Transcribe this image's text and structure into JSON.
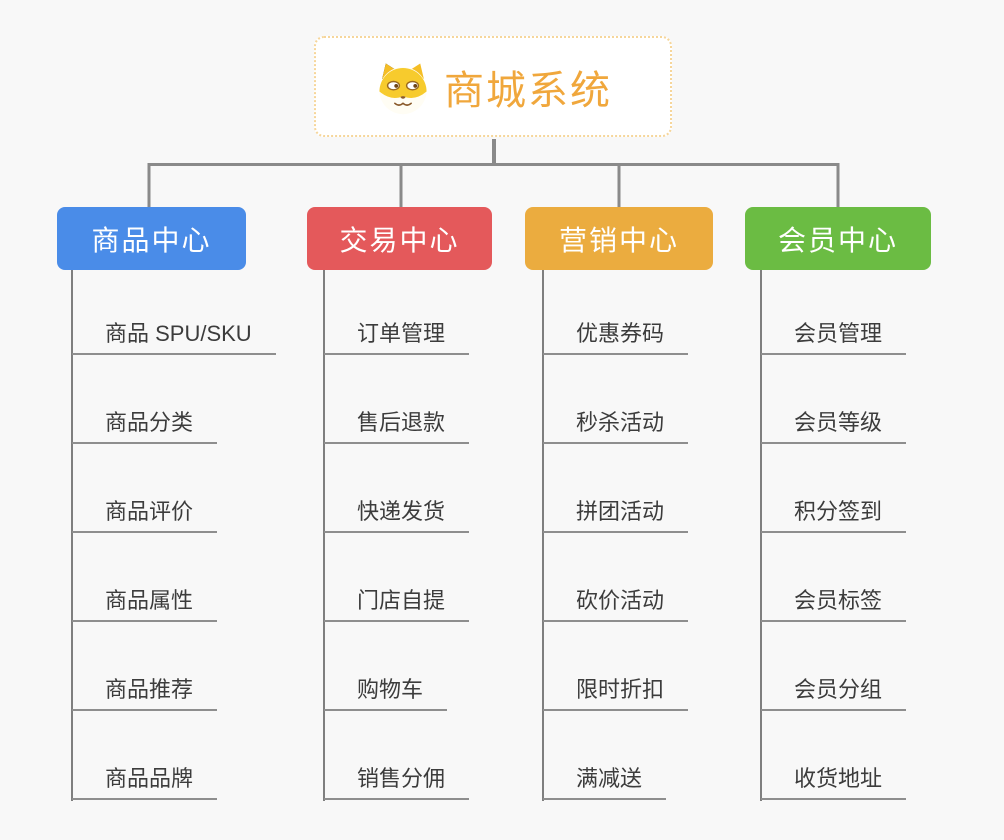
{
  "root": {
    "title": "商城系统",
    "accent_color": "#f0a73c",
    "border_color": "#f6d69b",
    "icon": "shiba-dog-icon"
  },
  "branches": [
    {
      "label": "商品中心",
      "color": "#4a8ce8",
      "children": [
        "商品 SPU/SKU",
        "商品分类",
        "商品评价",
        "商品属性",
        "商品推荐",
        "商品品牌"
      ]
    },
    {
      "label": "交易中心",
      "color": "#e4595b",
      "children": [
        "订单管理",
        "售后退款",
        "快递发货",
        "门店自提",
        "购物车",
        "销售分佣"
      ]
    },
    {
      "label": "营销中心",
      "color": "#ebac3f",
      "children": [
        "优惠券码",
        "秒杀活动",
        "拼团活动",
        "砍价活动",
        "限时折扣",
        "满减送"
      ]
    },
    {
      "label": "会员中心",
      "color": "#6bbc43",
      "children": [
        "会员管理",
        "会员等级",
        "积分签到",
        "会员标签",
        "会员分组",
        "收货地址"
      ]
    }
  ],
  "connector_color": "#8a8a8a"
}
